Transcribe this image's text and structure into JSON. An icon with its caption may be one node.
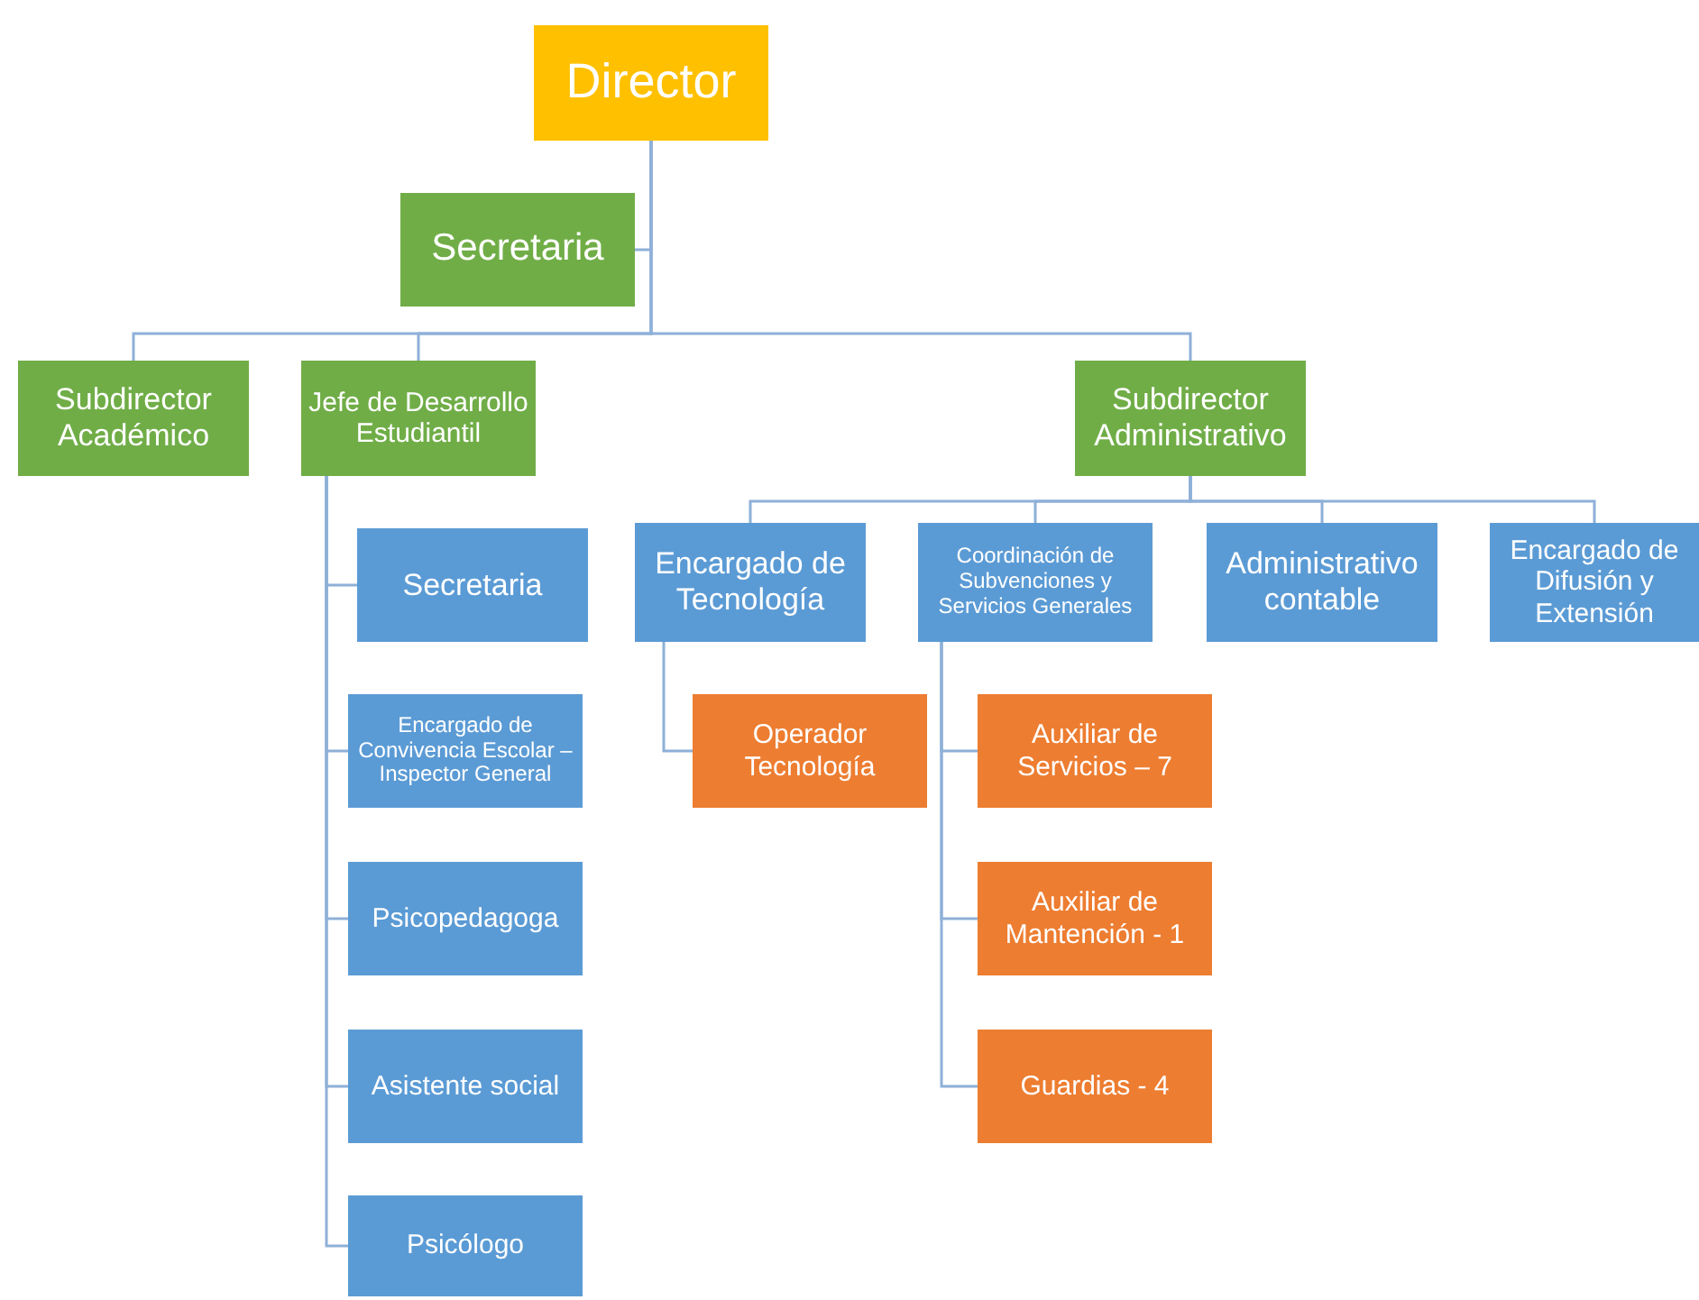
{
  "diagram": {
    "nodes": [
      {
        "text": [
          "Director"
        ]
      },
      {
        "text": [
          "Secretaria"
        ]
      },
      {
        "text": [
          "Subdirector Académico"
        ]
      },
      {
        "text": [
          "Jefe de Desarrollo Estudiantil"
        ]
      },
      {
        "text": [
          "Subdirector Administrativo"
        ]
      },
      {
        "text": [
          "Secretaria"
        ]
      },
      {
        "text": [
          "Encargado de Convivencia Escolar – Inspector General"
        ]
      },
      {
        "text": [
          "Psicopedagoga"
        ]
      },
      {
        "text": [
          "Asistente social"
        ]
      },
      {
        "text": [
          "Psicólogo"
        ]
      },
      {
        "text": [
          "Encargado de Tecnología"
        ]
      },
      {
        "text": [
          "Coordinación de Subvenciones y Servicios Generales"
        ]
      },
      {
        "text": [
          "Administrativo contable"
        ]
      },
      {
        "text": [
          "Encargado de Difusión y Extensión"
        ]
      },
      {
        "text": [
          "Operador Tecnología"
        ]
      },
      {
        "text": [
          "Auxiliar de Servicios – 7"
        ]
      },
      {
        "text": [
          "Auxiliar de Mantención - 1"
        ]
      },
      {
        "text": [
          "Guardias - 4"
        ]
      }
    ],
    "edges": [
      {
        "from": 0,
        "to": 1,
        "arrow": "none"
      },
      {
        "from": 0,
        "to": 2,
        "arrow": "none"
      },
      {
        "from": 0,
        "to": 3,
        "arrow": "none"
      },
      {
        "from": 0,
        "to": 4,
        "arrow": "none"
      },
      {
        "from": 3,
        "to": 5,
        "arrow": "none"
      },
      {
        "from": 3,
        "to": 6,
        "arrow": "none"
      },
      {
        "from": 3,
        "to": 7,
        "arrow": "none"
      },
      {
        "from": 3,
        "to": 8,
        "arrow": "none"
      },
      {
        "from": 3,
        "to": 9,
        "arrow": "none"
      },
      {
        "from": 4,
        "to": 10,
        "arrow": "none"
      },
      {
        "from": 4,
        "to": 11,
        "arrow": "none"
      },
      {
        "from": 4,
        "to": 12,
        "arrow": "none"
      },
      {
        "from": 4,
        "to": 13,
        "arrow": "none"
      },
      {
        "from": 10,
        "to": 14,
        "arrow": "none"
      },
      {
        "from": 11,
        "to": 15,
        "arrow": "none"
      },
      {
        "from": 11,
        "to": 16,
        "arrow": "none"
      },
      {
        "from": 11,
        "to": 17,
        "arrow": "none"
      }
    ]
  }
}
